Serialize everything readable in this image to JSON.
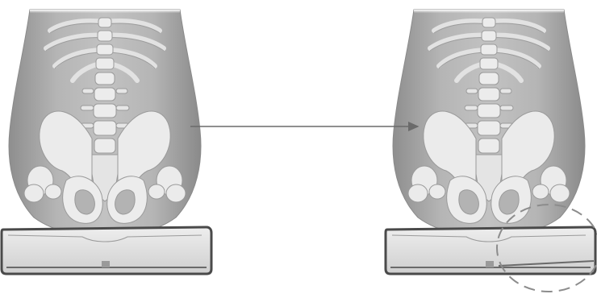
{
  "figure": {
    "panels": [
      {
        "id": "before",
        "subject": "lower-back-and-pelvis",
        "cushion": "seat-cushion"
      },
      {
        "id": "after",
        "subject": "lower-back-and-pelvis",
        "cushion": "seat-cushion",
        "callout": "dashed-circle-highlight"
      }
    ],
    "connector": "arrow"
  },
  "colors": {
    "background": "#ffffff",
    "skin": "#a9a9a9",
    "bone": "#ebebeb",
    "bone_outline": "#9a9a9a",
    "cushion_frame": "#4a4a4a",
    "cushion_fill": "#d8d8d8",
    "arrow": "#6a6a6a",
    "callout": "#8c8c8c"
  }
}
